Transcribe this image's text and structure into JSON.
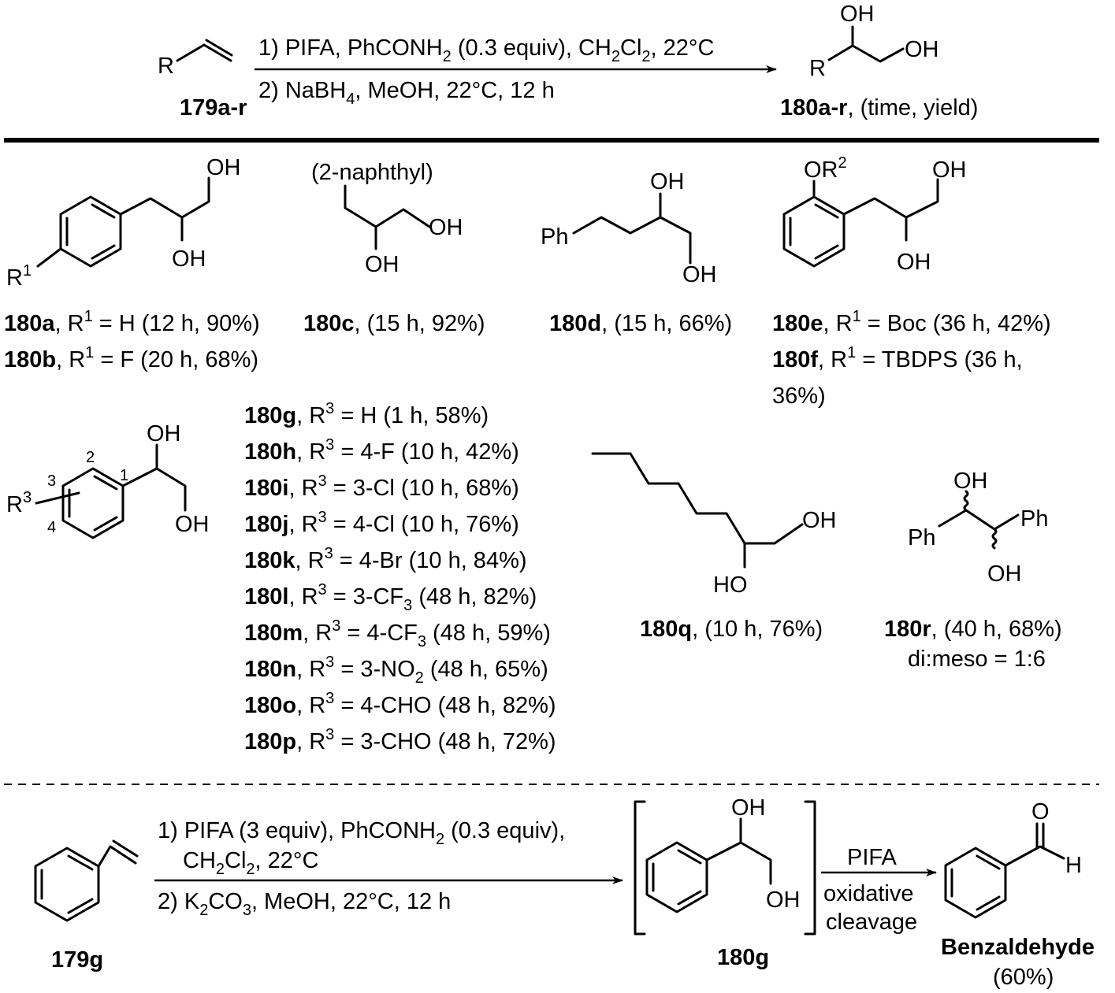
{
  "reaction1": {
    "start_label": "179a-r",
    "product_label": "180a-r",
    "product_suffix": ", (time, yield)",
    "cond1_pre": "1) PIFA, PhCONH",
    "cond1_mid": " (0.3 equiv), CH",
    "cond1_mid2": "Cl",
    "cond1_post": ", 22°C",
    "cond2_pre": "2) NaBH",
    "cond2_post": ", MeOH, 22°C, 12 h",
    "sub2": "2",
    "sub4": "4",
    "atom_R": "R",
    "atom_OH": "OH"
  },
  "atoms": {
    "OH": "OH",
    "HO": "HO",
    "Ph": "Ph",
    "R": "R",
    "O": "O",
    "H": "H",
    "OR": "OR",
    "sup1": "1",
    "sup2": "2",
    "sup3": "3",
    "naphthyl": "(2-naphthyl)",
    "pos1": "1",
    "pos2": "2",
    "pos3": "3",
    "pos4": "4"
  },
  "captions": {
    "a": {
      "bold": "180a",
      "pre": ", R",
      "sup": "1",
      "post": " = H (12 h, 90%)"
    },
    "b": {
      "bold": "180b",
      "pre": ", R",
      "sup": "1",
      "post": " = F (20 h, 68%)"
    },
    "c": {
      "bold": "180c",
      "post": ", (15 h, 92%)"
    },
    "d": {
      "bold": "180d",
      "post": ", (15 h, 66%)"
    },
    "e": {
      "bold": "180e",
      "pre": ", R",
      "sup": "1",
      "post": " = Boc (36 h, 42%)"
    },
    "f": {
      "bold": "180f",
      "pre": ", R",
      "sup": "1",
      "post": " = TBDPS (36 h,",
      "line2": "36%)"
    },
    "q": {
      "bold": "180q",
      "post": ", (10 h, 76%)"
    },
    "r": {
      "bold": "180r",
      "post": ", (40 h, 68%)",
      "line2": "di:meso = 1:6"
    }
  },
  "series_r3": [
    {
      "bold": "180g",
      "pre": ", R",
      "sup": "3",
      "post": " = H (1 h, 58%)"
    },
    {
      "bold": "180h",
      "pre": ", R",
      "sup": "3",
      "post": " = 4-F (10 h, 42%)"
    },
    {
      "bold": "180i",
      "pre": ", R",
      "sup": "3",
      "post": " = 3-Cl (10 h, 68%)"
    },
    {
      "bold": "180j",
      "pre": ", R",
      "sup": "3",
      "post": " = 4-Cl (10 h, 76%)"
    },
    {
      "bold": "180k",
      "pre": ", R",
      "sup": "3",
      "post": " = 4-Br (10 h, 84%)"
    },
    {
      "bold": "180l",
      "pre": ", R",
      "sup": "3",
      "post": " = 3-CF",
      "sub": "3",
      "post2": " (48 h, 82%)"
    },
    {
      "bold": "180m",
      "pre": ", R",
      "sup": "3",
      "post": " = 4-CF",
      "sub": "3",
      "post2": " (48 h, 59%)"
    },
    {
      "bold": "180n",
      "pre": ", R",
      "sup": "3",
      "post": " = 3-NO",
      "sub": "2",
      "post2": " (48 h, 65%)"
    },
    {
      "bold": "180o",
      "pre": ", R",
      "sup": "3",
      "post": " = 4-CHO (48 h, 82%)"
    },
    {
      "bold": "180p",
      "pre": ", R",
      "sup": "3",
      "post": " = 3-CHO (48 h, 72%)"
    }
  ],
  "reaction2": {
    "start_label": "179g",
    "intermediate_label": "180g",
    "product_label": "Benzaldehyde",
    "product_yield": "(60%)",
    "cond1a_pre": "1) PIFA (3 equiv), PhCONH",
    "cond1a_post": " (0.3 equiv),",
    "cond1b_pre": "CH",
    "cond1b_mid": "Cl",
    "cond1b_post": ", 22°C",
    "cond2_pre": "2) K",
    "cond2_mid": "CO",
    "cond2_post": ", MeOH, 22°C, 12 h",
    "sub2": "2",
    "sub3": "3",
    "arrow2_top": "PIFA",
    "arrow2_bot1": "oxidative",
    "arrow2_bot2": "cleavage"
  }
}
